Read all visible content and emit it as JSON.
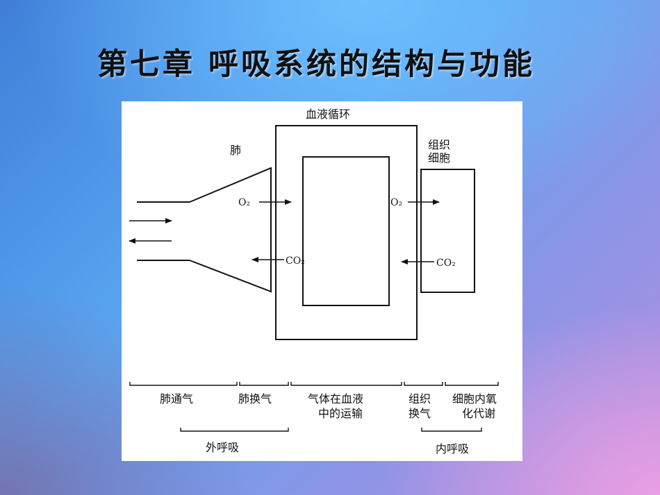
{
  "slide": {
    "title": "第七章 呼吸系统的结构与功能"
  },
  "diagram": {
    "labels": {
      "blood_circulation": "血液循环",
      "lung": "肺",
      "tissue_cell_line1": "组织",
      "tissue_cell_line2": "细胞",
      "o2_lung": "O₂",
      "co2_lung": "CO₂",
      "o2_tissue": "O₂",
      "co2_tissue": "CO₂"
    },
    "stages": {
      "pulmonary_ventilation": "肺通气",
      "pulmonary_gas_exchange": "肺换气",
      "blood_transport_line1": "气体在血液",
      "blood_transport_line2": "中的运输",
      "tissue_exchange_line1": "组织",
      "tissue_exchange_line2": "换气",
      "cell_metabolism_line1": "细胞内氧",
      "cell_metabolism_line2": "化代谢"
    },
    "groups": {
      "external_respiration": "外呼吸",
      "internal_respiration": "内呼吸"
    }
  }
}
